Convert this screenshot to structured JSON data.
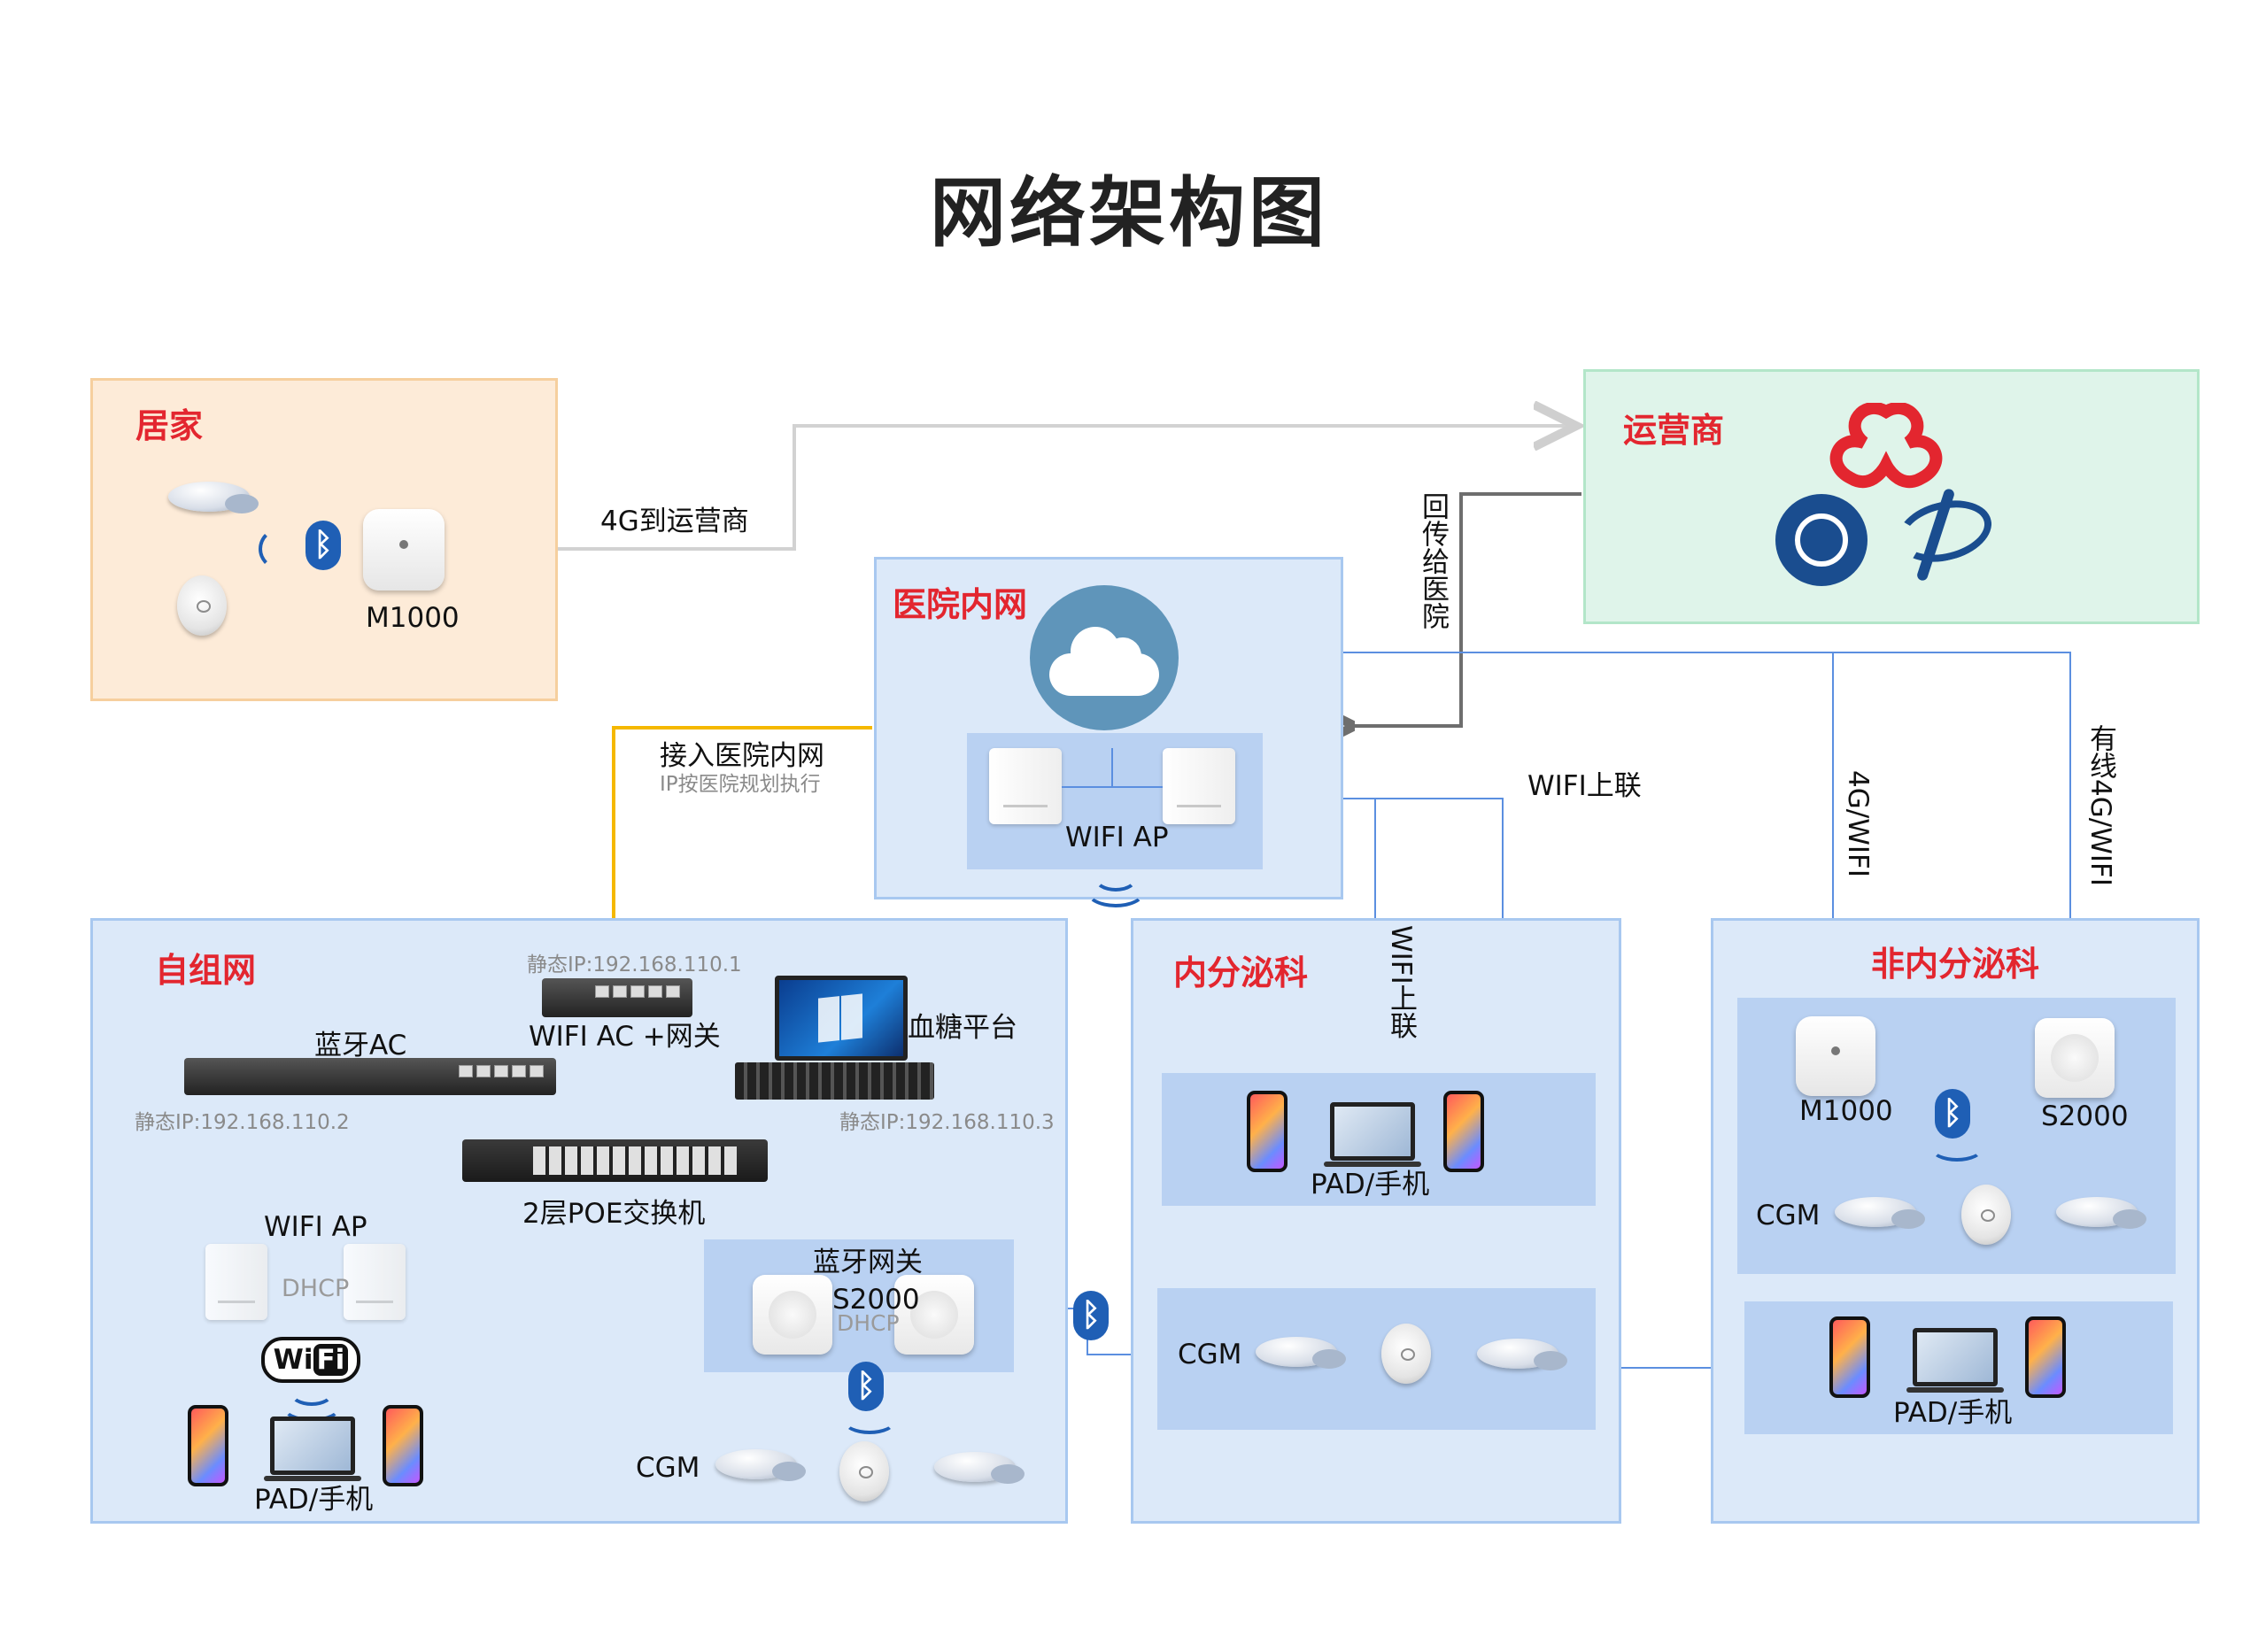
{
  "title": "网络架构图",
  "zones": {
    "home": "居家",
    "operator": "运营商",
    "hospital_net": "医院内网",
    "self_net": "自组网",
    "endocrine": "内分泌科",
    "non_endocrine": "非内分泌科"
  },
  "labels": {
    "home_m1000": "M1000",
    "uplink_4g": "4G到运营商",
    "back_to_hospital": "回传给医院",
    "hosp_wifi_ap": "WIFI AP",
    "join_hospital": "接入医院内网",
    "ip_rule": "IP按医院规划执行",
    "wifi_uplink_h": "WIFI上联",
    "wifi_uplink_v": "WIFI上联",
    "nonendo_4g_wifi": "4G/WIFI",
    "nonendo_wired": "有线4G/WIFI",
    "static_ip_1": "静态IP:192.168.110.1",
    "wifi_ac_gateway": "WIFI AC +网关",
    "bt_ac": "蓝牙AC",
    "glucose_platform": "血糖平台",
    "static_ip_2": "静态IP:192.168.110.2",
    "static_ip_3": "静态IP:192.168.110.3",
    "poe_switch": "2层POE交换机",
    "self_wifi_ap": "WIFI AP",
    "dhcp_1": "DHCP",
    "bt_gateway": "蓝牙网关",
    "s2000_self": "S2000",
    "dhcp_2": "DHCP",
    "self_pad_phone": "PAD/手机",
    "self_cgm": "CGM",
    "endo_pad_phone": "PAD/手机",
    "endo_cgm": "CGM",
    "nonendo_m1000": "M1000",
    "nonendo_s2000": "S2000",
    "nonendo_cgm": "CGM",
    "nonendo_pad_phone": "PAD/手机",
    "wifi_logo": "Wi",
    "wifi_logo_b": "Fi"
  },
  "icons": {
    "bluetooth": "ᛒ"
  },
  "colors": {
    "zone_title": "#e3262f",
    "blue_line": "#5b8fe0",
    "gray_line": "#6e6e6e",
    "orange_line": "#f5b800"
  }
}
